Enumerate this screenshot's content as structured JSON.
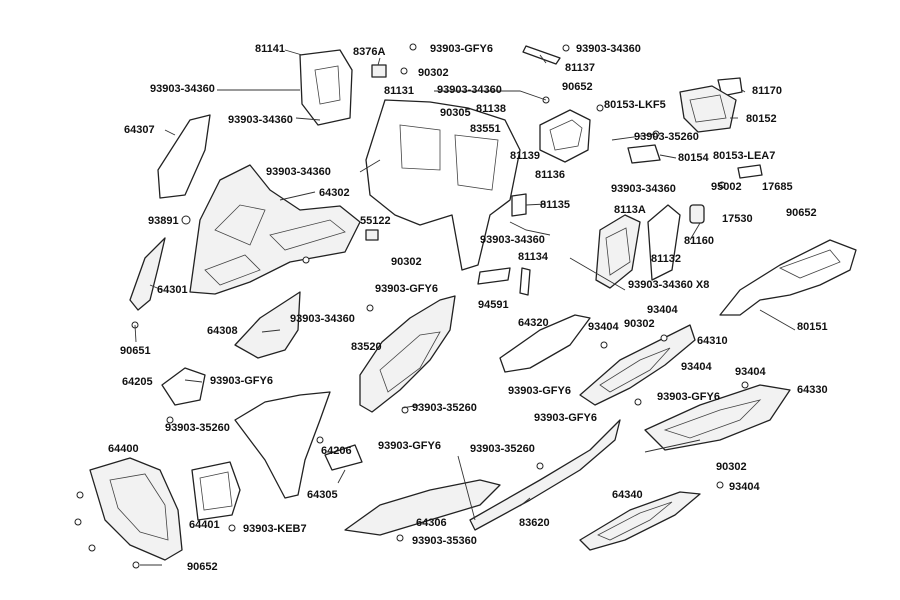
{
  "labels": {
    "p81141": "81141",
    "p8376A": "8376A",
    "p93903_GFY6_top": "93903-GFY6",
    "p93903_34360_topright": "93903-34360",
    "p81137": "81137",
    "p90302_top": "90302",
    "p93903_34360_left": "93903-34360",
    "p93903_34360_left2": "93903-34360",
    "p93903_34360_mid": "93903-34360",
    "p81131": "81131",
    "p90652_top": "90652",
    "p81170": "81170",
    "p81138": "81138",
    "p80153_LKF5": "80153-LKF5",
    "p90305": "90305",
    "p83551": "83551",
    "p80152": "80152",
    "p64307": "64307",
    "p93903_35260_right": "93903-35260",
    "p80154": "80154",
    "p81139": "81139",
    "p80153_LEA7": "80153-LEA7",
    "p93903_34360_center": "93903-34360",
    "p81136": "81136",
    "p95002": "95002",
    "p17685": "17685",
    "p64302": "64302",
    "p93903_34360_r2": "93903-34360",
    "p81135": "81135",
    "p93891": "93891",
    "p55122": "55122",
    "p8113A": "8113A",
    "p17530": "17530",
    "p90652_right": "90652",
    "p81160": "81160",
    "p93903_34360_low": "93903-34360",
    "p81134": "81134",
    "p81132": "81132",
    "p90302_mid": "90302",
    "p93903_34360_X8": "93903-34360 X8",
    "p64301": "64301",
    "p93903_GFY6_mid": "93903-GFY6",
    "p94591": "94591",
    "p93404_a": "93404",
    "p64320": "64320",
    "p93404_b": "93404",
    "p90302_b": "90302",
    "p64310": "64310",
    "p80151": "80151",
    "p64308": "64308",
    "p93903_34360_s": "93903-34360",
    "p83520": "83520",
    "p90651": "90651",
    "p93404_c": "93404",
    "p93404_d": "93404",
    "p64205": "64205",
    "p93903_GFY6_l": "93903-GFY6",
    "p93903_GFY6_r": "93903-GFY6",
    "p93903_GFY6_r2": "93903-GFY6",
    "p64330": "64330",
    "p93903_35260_l": "93903-35260",
    "p93903_35260_c": "93903-35260",
    "p93903_GFY6_c": "93903-GFY6",
    "p93903_GFY6_c2": "93903-GFY6",
    "p64400": "64400",
    "p64206": "64206",
    "p93903_35260_c2": "93903-35260",
    "p90302_r": "90302",
    "p93404_e": "93404",
    "p64305": "64305",
    "p64306": "64306",
    "p83620": "83620",
    "p64340": "64340",
    "p64401": "64401",
    "p93903_KEB7": "93903-KEB7",
    "p93903_35360": "93903-35360",
    "p90652_bot": "90652"
  }
}
